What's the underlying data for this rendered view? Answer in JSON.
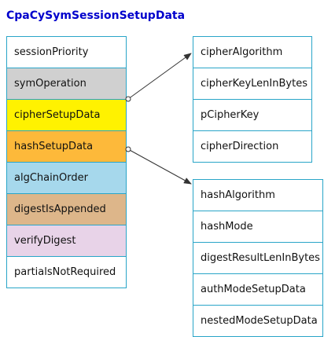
{
  "title": "CpaCySymSessionSetupData",
  "main_struct": {
    "fields": [
      {
        "label": "sessionPriority",
        "color": "#FFFFFF"
      },
      {
        "label": "symOperation",
        "color": "#D0D0D0"
      },
      {
        "label": "cipherSetupData",
        "color": "#FFF200"
      },
      {
        "label": "hashSetupData",
        "color": "#FDB93A"
      },
      {
        "label": "algChainOrder",
        "color": "#A6D8EC"
      },
      {
        "label": "digestIsAppended",
        "color": "#DDB68A"
      },
      {
        "label": "verifyDigest",
        "color": "#E8D3E8"
      },
      {
        "label": "partialsNotRequired",
        "color": "#FFFFFF"
      }
    ]
  },
  "cipher_struct": {
    "fields": [
      {
        "label": "cipherAlgorithm"
      },
      {
        "label": "cipherKeyLenInBytes"
      },
      {
        "label": "pCipherKey"
      },
      {
        "label": "cipherDirection"
      }
    ]
  },
  "hash_struct": {
    "fields": [
      {
        "label": "hashAlgorithm"
      },
      {
        "label": "hashMode"
      },
      {
        "label": "digestResultLenInBytes"
      },
      {
        "label": "authModeSetupData"
      },
      {
        "label": "nestedModeSetupData"
      }
    ]
  },
  "colors": {
    "title": "#0000CC",
    "border": "#29A5C8",
    "arrow": "#333333"
  }
}
